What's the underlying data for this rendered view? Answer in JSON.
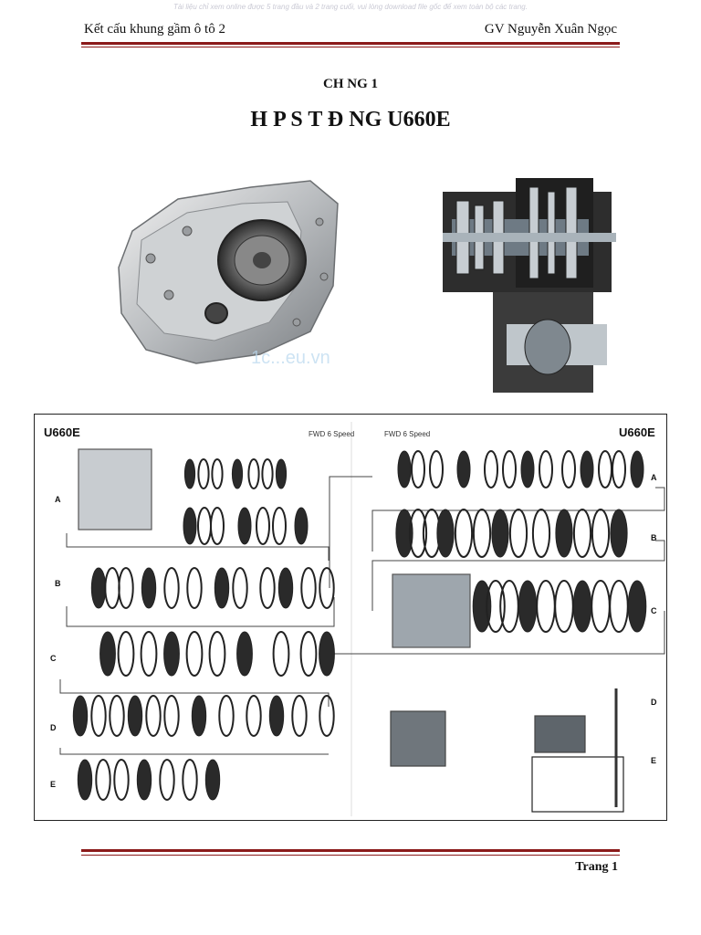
{
  "watermark": "Tài liệu chỉ xem online được 5 trang đầu và 2 trang cuối, vui lòng download file gốc để xem toàn bộ các trang.",
  "header": {
    "left": "Kết cấu khung gầm ô tô 2",
    "right": "GV Nguyễn Xuân Ngọc"
  },
  "chapter": "CH      NG 1",
  "title": "H   P S    T    Đ    NG U660E",
  "diagram": {
    "left_title": "U660E",
    "left_subtitle": "FWD 6 Speed",
    "right_title": "U660E",
    "right_subtitle": "FWD 6 Speed",
    "left_rows": [
      "A",
      "B",
      "C",
      "D",
      "E"
    ],
    "right_rows": [
      "A",
      "B",
      "C",
      "D",
      "E"
    ]
  },
  "footer": {
    "page": "Trang 1"
  }
}
